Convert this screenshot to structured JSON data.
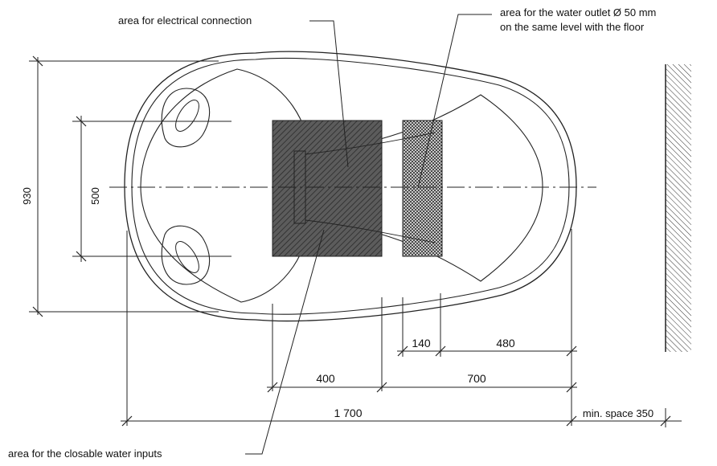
{
  "labels": {
    "electrical": "area for electrical connection",
    "outlet_line1": "area for the water outlet Ø 50 mm",
    "outlet_line2": "on the same level with the floor",
    "water_inputs": "area for the closable water inputs"
  },
  "dimensions": {
    "total_width": "930",
    "inner_width": "500",
    "d140": "140",
    "d480": "480",
    "d400": "400",
    "d700": "700",
    "d1700": "1 700",
    "min_space": "min. space 350"
  }
}
